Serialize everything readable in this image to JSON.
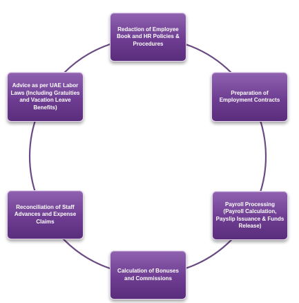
{
  "nodes": {
    "top": "Redaction of Employee Book and HR Policies & Procedures",
    "top_right": "Preparation of Employment Contracts",
    "bottom_right": "Payroll Processing (Payroll Calculation, Payslip Issuance & Funds Release)",
    "bottom": "Calculation of Bonuses and Commissions",
    "bottom_left": "Reconciliation of Staff Advances and Expense Claims",
    "top_left": "Advice as per UAE Labor Laws (Including Gratuities and Vacation Leave Benefits)"
  },
  "colors": {
    "node_fill": "#6e3d92",
    "ring": "#6a4a82"
  }
}
